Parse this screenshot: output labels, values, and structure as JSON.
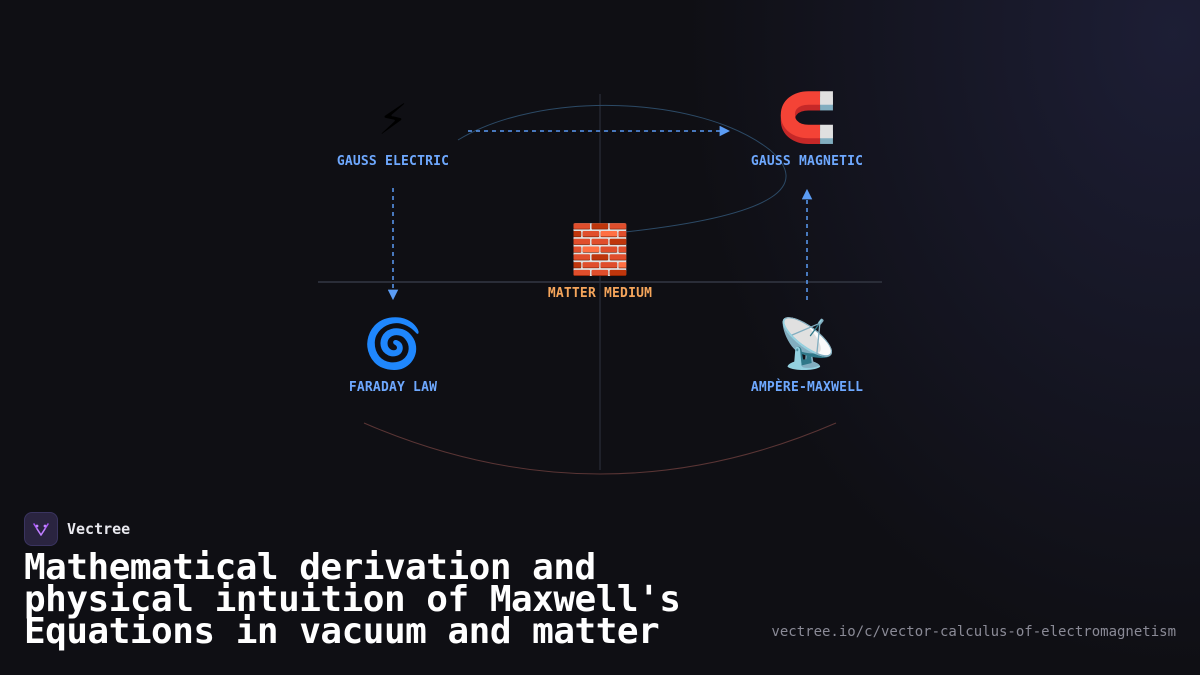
{
  "diagram": {
    "nodes": [
      {
        "id": "gauss_electric",
        "icon": "high-voltage-emoji",
        "emoji": "⚡",
        "label": "GAUSS ELECTRIC"
      },
      {
        "id": "gauss_magnetic",
        "icon": "magnet-emoji",
        "emoji": "🧲",
        "label": "GAUSS MAGNETIC"
      },
      {
        "id": "matter_medium",
        "icon": "brick-emoji",
        "emoji": "🧱",
        "label": "MATTER MEDIUM"
      },
      {
        "id": "faraday_law",
        "icon": "cyclone-emoji",
        "emoji": "🌀",
        "label": "FARADAY LAW"
      },
      {
        "id": "ampere_maxwell",
        "icon": "satellite-antenna-emoji",
        "emoji": "📡",
        "label": "AMPÈRE-MAXWELL"
      }
    ],
    "edges": [
      {
        "from": "gauss_electric",
        "to": "gauss_magnetic",
        "style": "dashed"
      },
      {
        "from": "gauss_electric",
        "to": "faraday_law",
        "style": "dashed"
      },
      {
        "from": "ampere_maxwell",
        "to": "gauss_magnetic",
        "style": "dashed"
      }
    ],
    "colors": {
      "node_label": "#6ea8fe",
      "matter_label": "#f5a55b",
      "arrow": "#5b9cf5",
      "background": "#0f0f14"
    }
  },
  "brand": {
    "name": "Vectree",
    "logo_icon": "vectree-logo-icon"
  },
  "title_lines": [
    "Mathematical derivation and",
    "physical intuition of Maxwell's",
    "Equations in vacuum and matter"
  ],
  "url": "vectree.io/c/vector-calculus-of-electromagnetism"
}
